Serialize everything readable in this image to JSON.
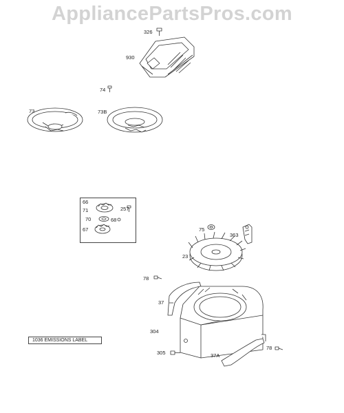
{
  "watermark": "AppliancePartsPros.com",
  "labels": {
    "p326": "326",
    "p930": "930",
    "p74": "74",
    "p73": "73",
    "p73B": "73B",
    "p66": "66",
    "p71": "71",
    "p257": "257",
    "p70": "70",
    "p68": "68",
    "p67": "67",
    "p75": "75",
    "p363": "363",
    "p23": "23",
    "p78a": "78",
    "p37": "37",
    "p304": "304",
    "p305": "305",
    "p37A": "37A",
    "p78b": "78"
  },
  "emissions_label": "1036 EMISSIONS LABEL",
  "colors": {
    "line": "#333333",
    "watermark": "#d3d3d3"
  }
}
